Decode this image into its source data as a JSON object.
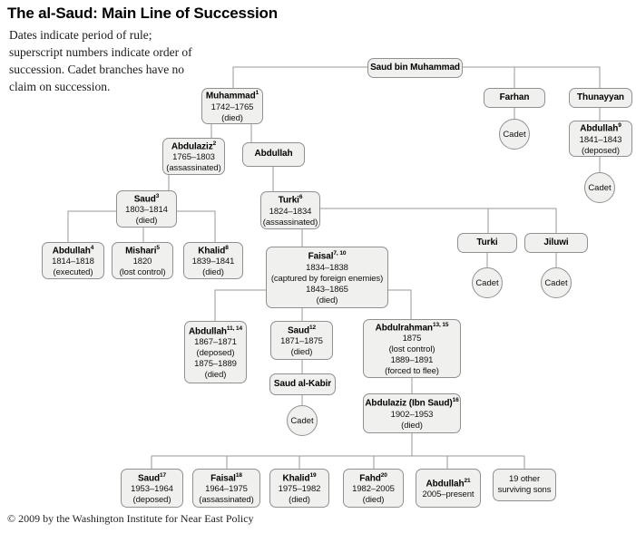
{
  "header": {
    "title": "The al-Saud: Main Line of Succession",
    "note_lines": [
      "Dates indicate period of rule;",
      "superscript numbers indicate order of",
      "succession. Cadet branches have no",
      "claim on succession."
    ]
  },
  "footer": {
    "copyright": "© 2009 by the Washington Institute for Near East Policy"
  },
  "labels": {
    "cadet": "Cadet"
  },
  "nodes": {
    "saud_bin_muhammad": {
      "name": "Saud bin Muhammad"
    },
    "muhammad": {
      "name": "Muhammad",
      "sup": "1",
      "line1": "1742–1765",
      "line2": "(died)"
    },
    "farhan": {
      "name": "Farhan"
    },
    "thunayyan": {
      "name": "Thunayyan"
    },
    "abdullah9": {
      "name": "Abdullah",
      "sup": "9",
      "line1": "1841–1843",
      "line2": "(deposed)"
    },
    "abdulaziz2": {
      "name": "Abdulaziz",
      "sup": "2",
      "line1": "1765–1803",
      "line2": "(assassinated)"
    },
    "abdullah_c": {
      "name": "Abdullah"
    },
    "saud3": {
      "name": "Saud",
      "sup": "3",
      "line1": "1803–1814",
      "line2": "(died)"
    },
    "turki6": {
      "name": "Turki",
      "sup": "6",
      "line1": "1824–1834",
      "line2": "(assassinated)"
    },
    "abdullah4": {
      "name": "Abdullah",
      "sup": "4",
      "line1": "1814–1818",
      "line2": "(executed)"
    },
    "mishari5": {
      "name": "Mishari",
      "sup": "5",
      "line1": "1820",
      "line2": "(lost control)"
    },
    "khalid8": {
      "name": "Khalid",
      "sup": "8",
      "line1": "1839–1841",
      "line2": "(died)"
    },
    "turki_b": {
      "name": "Turki"
    },
    "jiluwi": {
      "name": "Jiluwi"
    },
    "faisal7": {
      "name": "Faisal",
      "sup": "7, 10",
      "line1": "1834–1838",
      "line2": "(captured by foreign enemies)",
      "line3": "1843–1865",
      "line4": "(died)"
    },
    "abdullah11": {
      "name": "Abdullah",
      "sup": "11, 14",
      "line1": "1867–1871",
      "line2": "(deposed)",
      "line3": "1875–1889",
      "line4": "(died)"
    },
    "saud12": {
      "name": "Saud",
      "sup": "12",
      "line1": "1871–1875",
      "line2": "(died)"
    },
    "abdulrahman": {
      "name": "Abdulrahman",
      "sup": "13, 15",
      "line1": "1875",
      "line2": "(lost control)",
      "line3": "1889–1891",
      "line4": "(forced to flee)"
    },
    "saud_al_kabir": {
      "name": "Saud al-Kabir"
    },
    "abdulaziz16": {
      "name": "Abdulaziz (Ibn Saud)",
      "sup": "16",
      "line1": "1902–1953",
      "line2": "(died)"
    },
    "saud17": {
      "name": "Saud",
      "sup": "17",
      "line1": "1953–1964",
      "line2": "(deposed)"
    },
    "faisal18": {
      "name": "Faisal",
      "sup": "18",
      "line1": "1964–1975",
      "line2": "(assassinated)"
    },
    "khalid19": {
      "name": "Khalid",
      "sup": "19",
      "line1": "1975–1982",
      "line2": "(died)"
    },
    "fahd20": {
      "name": "Fahd",
      "sup": "20",
      "line1": "1982–2005",
      "line2": "(died)"
    },
    "abdullah21": {
      "name": "Abdullah",
      "sup": "21",
      "line1": "2005–present"
    },
    "others": {
      "line1": "19 other",
      "line2": "surviving sons"
    }
  }
}
